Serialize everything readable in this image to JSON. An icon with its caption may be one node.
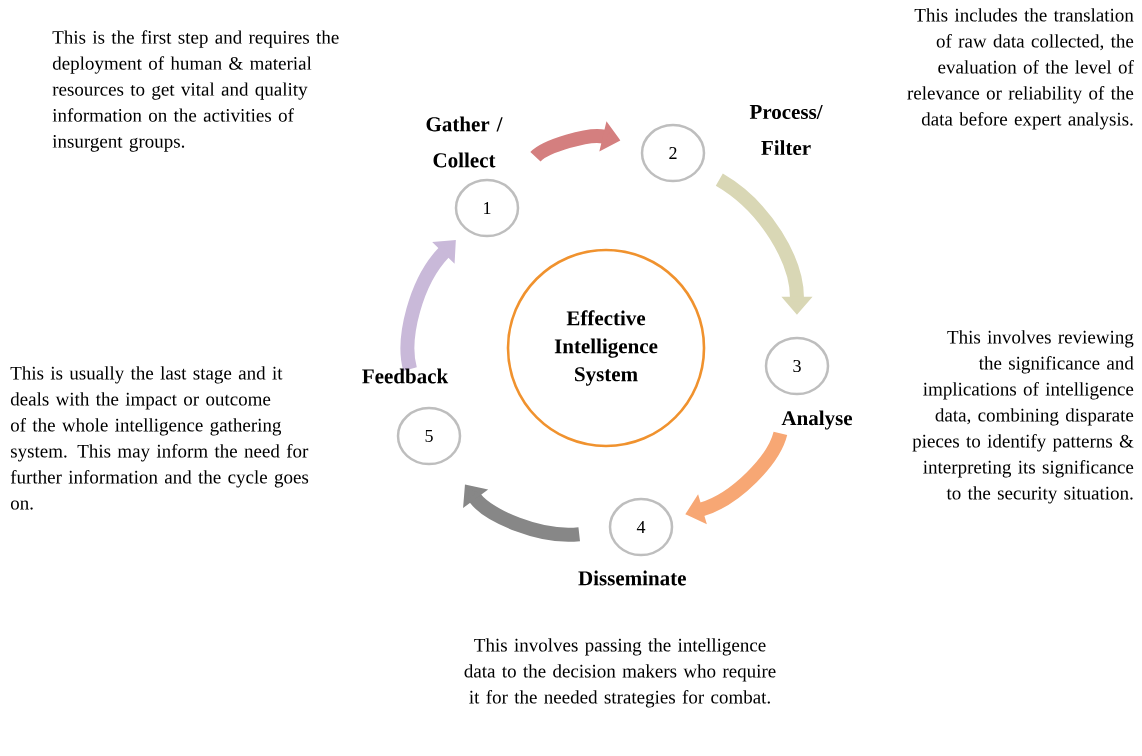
{
  "diagram": {
    "nodes": [
      {
        "text": [
          "Effective Intelligence System"
        ]
      },
      {
        "text": [
          "1"
        ],
        "beside": [
          "Gather / Collect"
        ]
      },
      {
        "text": [
          "2"
        ],
        "beside": [
          "Process/ Filter"
        ]
      },
      {
        "text": [
          "3"
        ],
        "beside": [
          "Analyse"
        ]
      },
      {
        "text": [
          "4"
        ],
        "beside": [
          "Disseminate"
        ]
      },
      {
        "text": [
          "5"
        ],
        "beside": [
          "Feedback"
        ]
      }
    ],
    "edges": [
      {
        "from": 1,
        "to": 2,
        "arrow": "to",
        "color": "#d47f7f"
      },
      {
        "from": 2,
        "to": 3,
        "arrow": "to",
        "color": "#d9d7b5"
      },
      {
        "from": 3,
        "to": 4,
        "arrow": "to",
        "color": "#f7a774"
      },
      {
        "from": 4,
        "to": 5,
        "arrow": "to",
        "color": "#878787"
      },
      {
        "from": 5,
        "to": 1,
        "arrow": "to",
        "color": "#c9b9d9"
      }
    ],
    "labels": [
      "This is the first step and requires the deployment of human & material resources to get vital and quality information on the activities of insurgent groups.",
      "This includes the translation of raw data collected, the evaluation of the level of relevance or reliability of the data before expert analysis.",
      "This is usually the last stage and it deals with the impact or outcome of the whole intelligence gathering system. This may inform the need for further information and the cycle goes on.",
      "This involves reviewing the significance and implications of intelligence data, combining disparate pieces to identify patterns & interpreting its significance to the security situation.",
      "This involves passing the intelligence data to the decision makers who require it for the needed strategies for combat."
    ]
  }
}
